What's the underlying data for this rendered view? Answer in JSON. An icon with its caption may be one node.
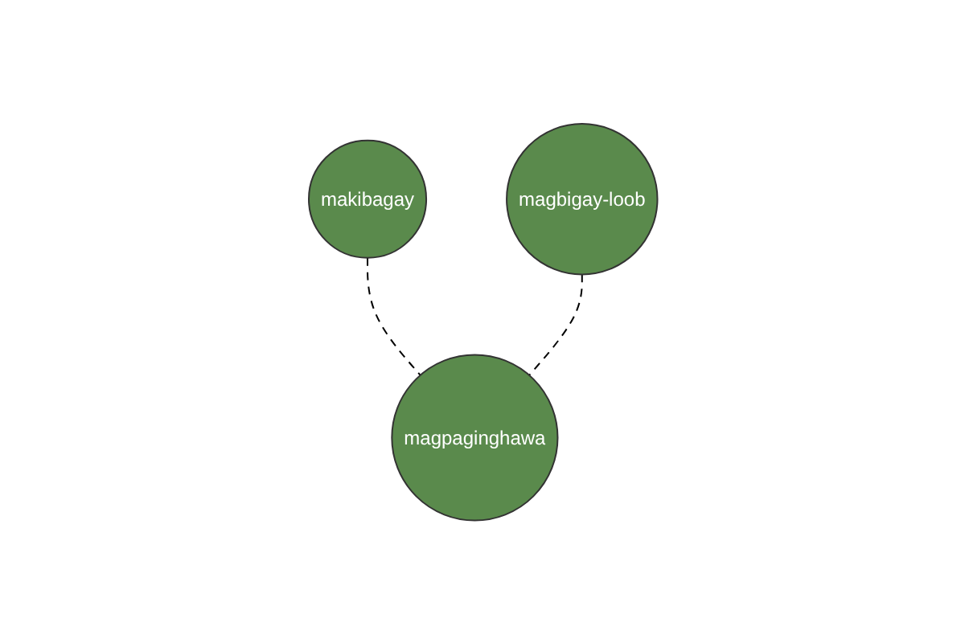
{
  "diagram": {
    "nodes": [
      {
        "text": [
          "makibagay"
        ]
      },
      {
        "text": [
          "magbigay-loob"
        ]
      },
      {
        "text": [
          "magpaginghawa"
        ]
      }
    ],
    "edges": [
      {
        "from": 0,
        "to": 2,
        "arrow": "none",
        "style": "dashed"
      },
      {
        "from": 1,
        "to": 2,
        "arrow": "none",
        "style": "dashed"
      }
    ]
  }
}
